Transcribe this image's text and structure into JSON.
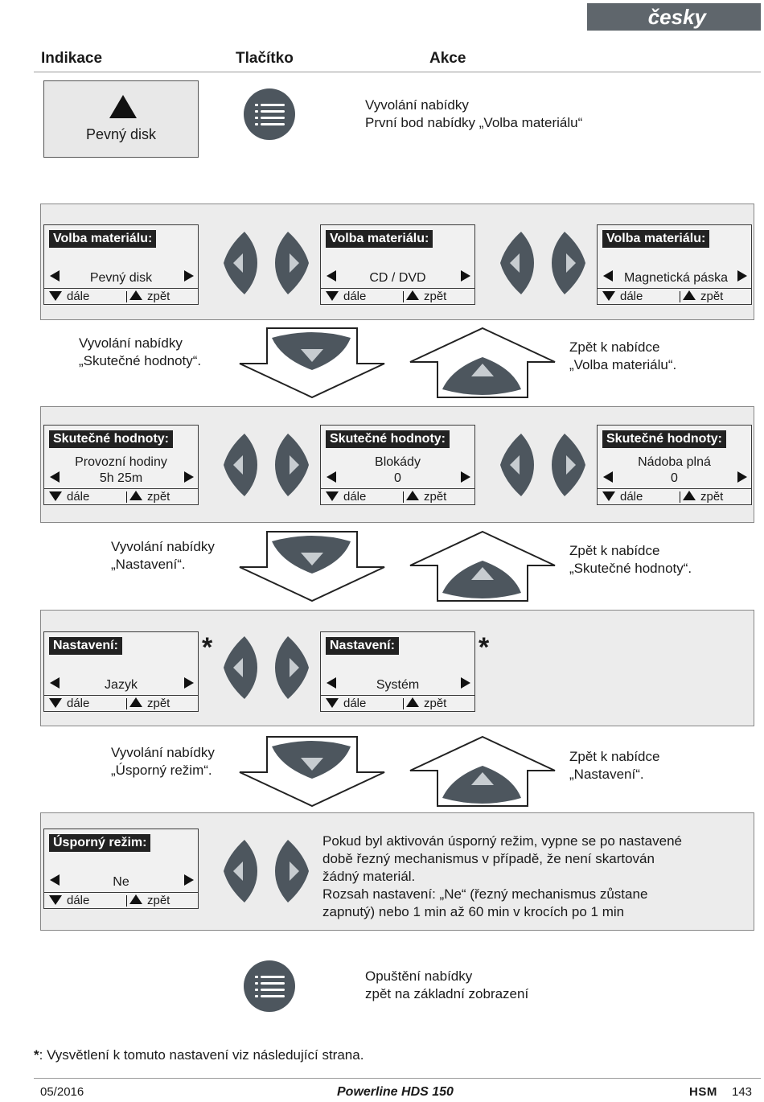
{
  "header": {
    "language": "česky"
  },
  "columns": {
    "indication": "Indikace",
    "button": "Tlačítko",
    "action": "Akce"
  },
  "top_row": {
    "display_label": "Pevný disk",
    "action_line1": "Vyvolání nabídky",
    "action_line2": "První bod nabídky „Volba materiálu“"
  },
  "nav": {
    "next": "dále",
    "back": "zpět"
  },
  "panel_material": {
    "title": "Volba materiálu:",
    "options": [
      "Pevný disk",
      "CD / DVD",
      "Magnetická páska"
    ]
  },
  "transition1": {
    "left_line1": "Vyvolání nabídky",
    "left_line2": "„Skutečné hodnoty“.",
    "right_line1": "Zpět k nabídce",
    "right_line2": "„Volba materiálu“."
  },
  "panel_actual": {
    "title": "Skutečné hodnoty:",
    "items": [
      {
        "label": "Provozní hodiny",
        "value": "5h 25m"
      },
      {
        "label": "Blokády",
        "value": "0"
      },
      {
        "label": "Nádoba plná",
        "value": "0"
      }
    ]
  },
  "transition2": {
    "left_line1": "Vyvolání nabídky",
    "left_line2": "„Nastavení“.",
    "right_line1": "Zpět k nabídce",
    "right_line2": "„Skutečné hodnoty“."
  },
  "panel_settings": {
    "title": "Nastavení:",
    "options": [
      "Jazyk",
      "Systém"
    ],
    "asterisk": "*"
  },
  "transition3": {
    "left_line1": "Vyvolání nabídky",
    "left_line2": "„Úsporný režim“.",
    "right_line1": "Zpět k nabídce",
    "right_line2": "„Nastavení“."
  },
  "panel_saving": {
    "title": "Úsporný režim:",
    "value": "Ne",
    "description": [
      "Pokud byl aktivován úsporný režim, vypne se po nastavené",
      "době řezný mechanismus v případě, že není skartován",
      "žádný materiál.",
      "Rozsah nastavení: „Ne“ (řezný mechanismus zůstane",
      "zapnutý) nebo 1 min až 60 min v krocích po 1 min"
    ]
  },
  "exit_row": {
    "line1": "Opuštění nabídky",
    "line2": "zpět na základní zobrazení"
  },
  "footnote": {
    "mark": "*",
    "text": ": Vysvětlení k tomuto nastavení viz následující strana."
  },
  "footer": {
    "date": "05/2016",
    "product": "Powerline HDS 150",
    "brand": "HSM",
    "page": "143"
  }
}
